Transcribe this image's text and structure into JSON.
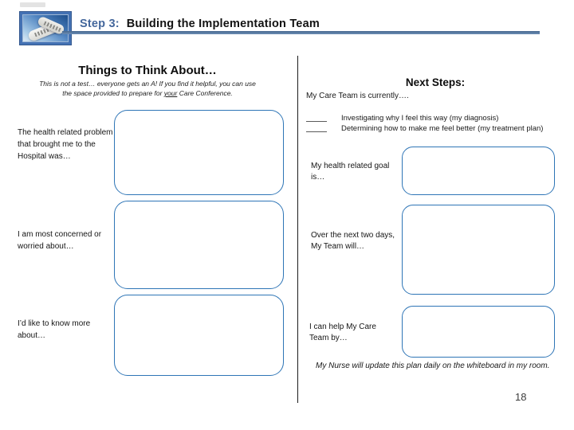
{
  "header": {
    "step_label": "Step 3:",
    "title": "Building the Implementation Team"
  },
  "left_panel": {
    "heading": "Things to Think About…",
    "subtitle_line1": "This is not a test… everyone gets an A!  If you find it helpful, you can use",
    "subtitle_line2_pre": "the space provided to prepare for ",
    "subtitle_underline": "your",
    "subtitle_line2_post": " Care Conference.",
    "prompts": [
      "The health related problem that brought me to the Hospital was…",
      "I am most concerned or worried about…",
      "I’d like to know more about…"
    ]
  },
  "right_panel": {
    "heading": "Next Steps:",
    "intro": "My Care Team is currently….",
    "checklist": [
      "Investigating why I feel this way (my diagnosis)",
      "Determining how to make me feel better (my treatment plan)"
    ],
    "prompts": [
      "My health related goal is…",
      "Over the next two days, My Team will…",
      "I can help My Care Team by…"
    ],
    "footnote": "My Nurse will update this plan daily on the whiteboard in my room."
  },
  "page_number": "18",
  "icons": {
    "logo": "hospital-wristbands-photo"
  },
  "colors": {
    "box_border": "#2E75B6",
    "header_line": "#5B7FAC",
    "step_label": "#44679C",
    "logo_frame": "#4472B4"
  }
}
